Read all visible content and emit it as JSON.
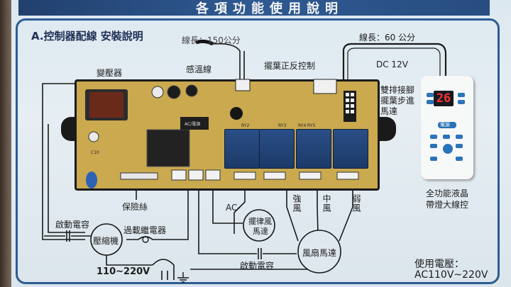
{
  "header": {
    "title": "各項功能使用說明"
  },
  "section": {
    "title": "A.控制器配線 安裝說明"
  },
  "labels": {
    "cable_length_sensor": "線長：150公分",
    "cable_length_remote": "線長：60 公分",
    "transformer": "變壓器",
    "temp_sensor_wire": "感溫線",
    "swing_control": "擺葉正反控制",
    "dc_voltage": "DC 12V",
    "dual_pin_line1": "雙排接腳",
    "dual_pin_line2": "擺葉步進",
    "dual_pin_line3": "馬達",
    "fuse": "保險絲",
    "ac_minus": "AC-",
    "louver_motor_line1": "擺律風",
    "louver_motor_line2": "馬達",
    "fan_high": "強風",
    "fan_mid": "中風",
    "fan_low": "弱風",
    "start_cap_left": "啟動電容",
    "overload_relay": "過載繼電器",
    "compressor": "壓縮機",
    "fan_motor": "風扇馬達",
    "start_cap_bottom": "啟動電容",
    "voltage_range_left": "110~220V",
    "remote_desc_line1": "全功能液晶",
    "remote_desc_line2": "帶燈大線控",
    "supply_label": "使用電壓：",
    "supply_value": "AC110V~220V"
  },
  "board_text": {
    "relay_1": "RY2",
    "relay_2": "RY3",
    "relay_3": "RY4",
    "relay_4": "RY5",
    "ac_box": "AC/電源",
    "cap_label": "C10"
  },
  "remote": {
    "display_value": "26",
    "power_button": "電源"
  },
  "colors": {
    "header_bg": "#2d5a92",
    "board": "#caa94f",
    "relay": "#22457b",
    "remote_key": "#2a73b9",
    "display_digits": "#ff3030",
    "frame": "#2d5c93"
  }
}
